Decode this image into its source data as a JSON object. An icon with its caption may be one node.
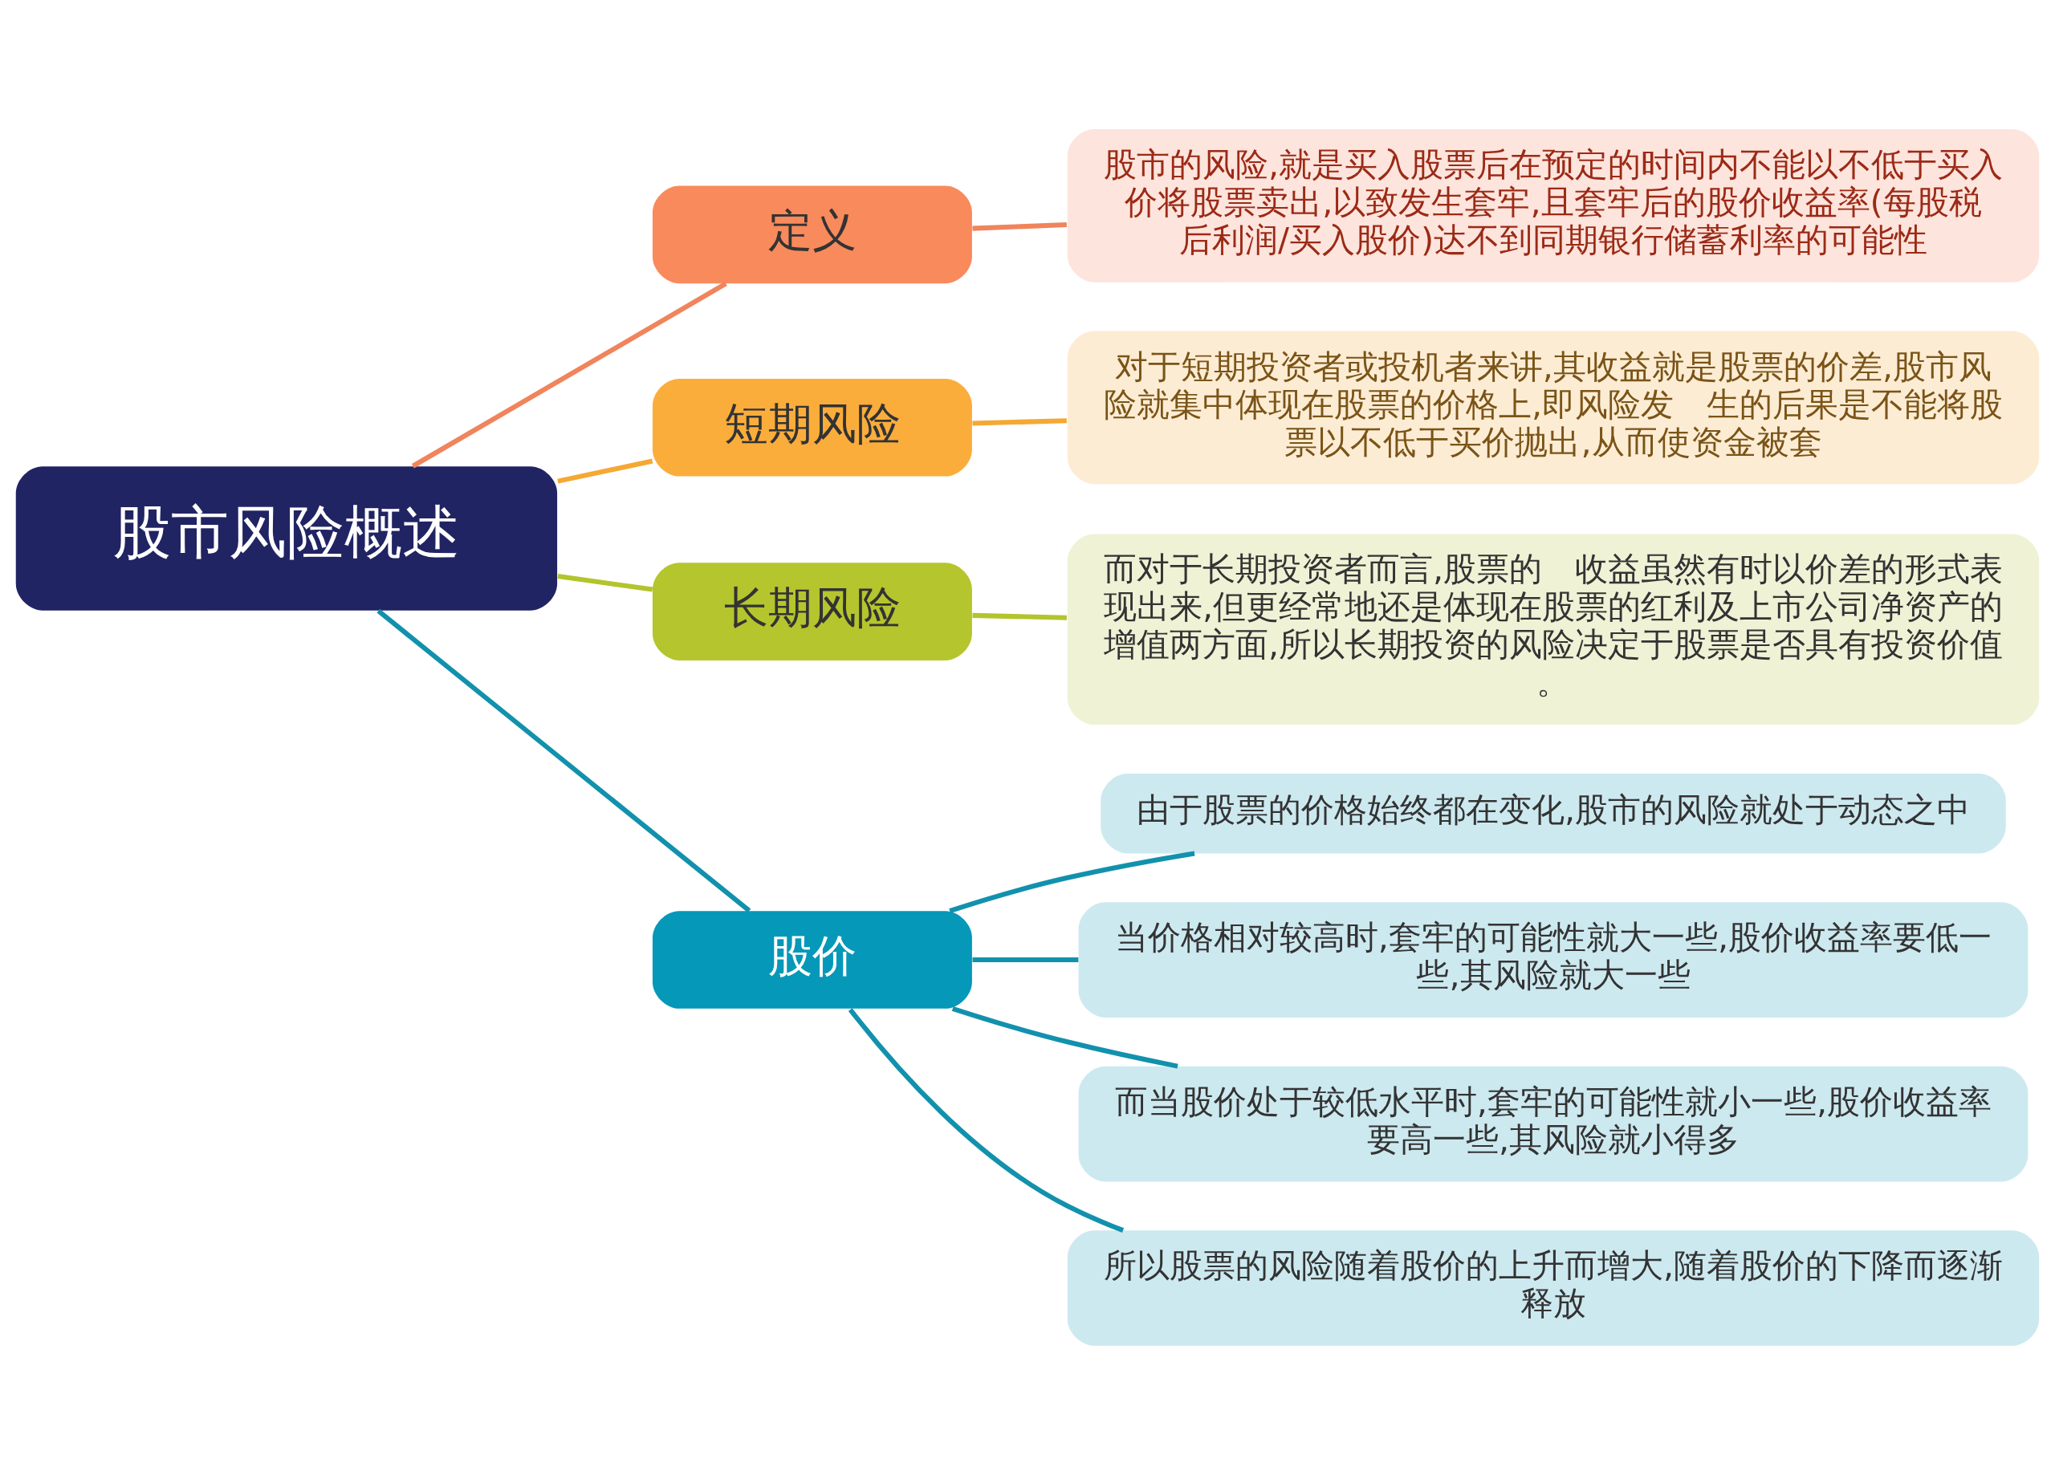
{
  "diagram": {
    "nodes": [
      {
        "text": [
          "股市风险概述"
        ]
      },
      {
        "text": [
          "定义"
        ]
      },
      {
        "text": [
          "短期风险"
        ]
      },
      {
        "text": [
          "长期风险"
        ]
      },
      {
        "text": [
          "股价"
        ]
      },
      {
        "text": [
          "股市的风险,就是买入股票后在预定的时间内不能以不低于买入价将股票卖出,以致发生套牢,且套牢后的股价收益率(每股税后利润/买入股价)达不到同期银行储蓄利率的可能性"
        ]
      },
      {
        "text": [
          "对于短期投资者或投机者来讲,其收益就是股票的价差,股市风险就集中体现在股票的价格上,即风险发　生的后果是不能将股票以不低于买价抛出,从而使资金被套"
        ]
      },
      {
        "text": [
          "而对于长期投资者而言,股票的　收益虽然有时以价差的形式表现出来,但更经常地还是体现在股票的红利及上市公司净资产的增值两方面,所以长期投资的风险决定于股票是否具有投资价值。"
        ]
      },
      {
        "text": [
          "由于股票的价格始终都在变化,股市的风险就处于动态之中"
        ]
      },
      {
        "text": [
          "当价格相对较高时,套牢的可能性就大一些,股价收益率要低一些,其风险就大一些"
        ]
      },
      {
        "text": [
          "而当股价处于较低水平时,套牢的可能性就小一些,股价收益率要高一些,其风险就小得多"
        ]
      },
      {
        "text": [
          "所以股票的风险随着股价的上升而增大,随着股价的下降而逐渐释放"
        ]
      }
    ],
    "edges": [
      {
        "from": 0,
        "to": 1,
        "arrow": "none",
        "color": "#f0845c"
      },
      {
        "from": 0,
        "to": 2,
        "arrow": "none",
        "color": "#f5a833"
      },
      {
        "from": 0,
        "to": 3,
        "arrow": "none",
        "color": "#b3c42c"
      },
      {
        "from": 0,
        "to": 4,
        "arrow": "none",
        "color": "#1291ad"
      },
      {
        "from": 1,
        "to": 5,
        "arrow": "none",
        "color": "#f0845c"
      },
      {
        "from": 2,
        "to": 6,
        "arrow": "none",
        "color": "#f5a833"
      },
      {
        "from": 3,
        "to": 7,
        "arrow": "none",
        "color": "#b3c42c"
      },
      {
        "from": 4,
        "to": 8,
        "arrow": "none",
        "color": "#1291ad"
      },
      {
        "from": 4,
        "to": 9,
        "arrow": "none",
        "color": "#1291ad"
      },
      {
        "from": 4,
        "to": 10,
        "arrow": "none",
        "color": "#1291ad"
      },
      {
        "from": 4,
        "to": 11,
        "arrow": "none",
        "color": "#1291ad"
      }
    ]
  }
}
